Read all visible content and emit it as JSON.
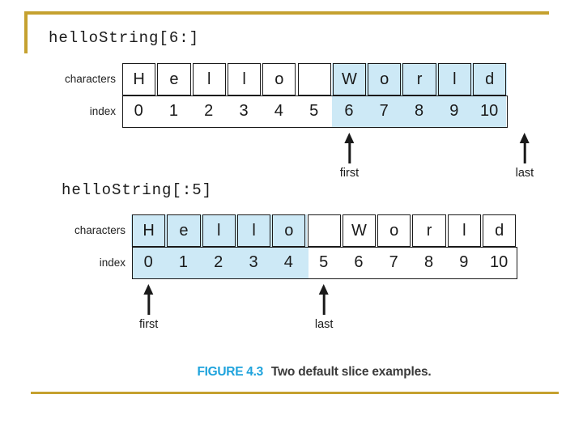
{
  "colors": {
    "accent_gold": "#C5A12F",
    "slice_highlight_blue": "#CDE9F6",
    "figure_label_blue": "#1FA3DC"
  },
  "diagrams": [
    {
      "code_label": "helloString[6:]",
      "row_labels": {
        "characters": "characters",
        "index": "index"
      },
      "characters": [
        "H",
        "e",
        "l",
        "l",
        "o",
        "",
        "W",
        "o",
        "r",
        "l",
        "d"
      ],
      "indices": [
        "0",
        "1",
        "2",
        "3",
        "4",
        "5",
        "6",
        "7",
        "8",
        "9",
        "10"
      ],
      "highlight": {
        "start": 6,
        "end": 10,
        "extends_to_right_edge": true
      },
      "arrows": [
        {
          "label": "first",
          "at_index": 6
        },
        {
          "label": "last",
          "at_index": 11
        }
      ]
    },
    {
      "code_label": "helloString[:5]",
      "row_labels": {
        "characters": "characters",
        "index": "index"
      },
      "characters": [
        "H",
        "e",
        "l",
        "l",
        "o",
        "",
        "W",
        "o",
        "r",
        "l",
        "d"
      ],
      "indices": [
        "0",
        "1",
        "2",
        "3",
        "4",
        "5",
        "6",
        "7",
        "8",
        "9",
        "10"
      ],
      "highlight": {
        "start": 0,
        "end": 4,
        "extends_to_right_edge": false
      },
      "arrows": [
        {
          "label": "first",
          "at_index": 0
        },
        {
          "label": "last",
          "at_index": 5
        }
      ]
    }
  ],
  "caption": {
    "figure_label": "FIGURE 4.3",
    "text": "Two default slice examples."
  }
}
